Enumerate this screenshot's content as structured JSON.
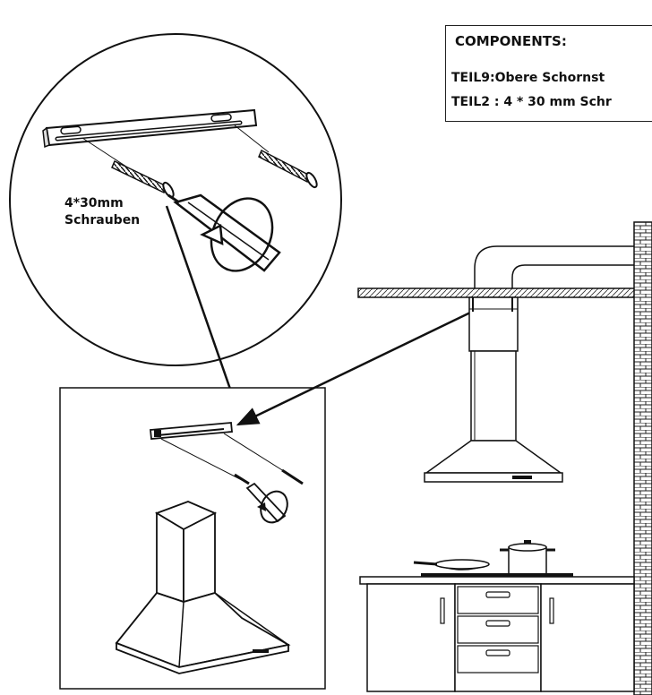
{
  "components": {
    "title": "COMPONENTS:",
    "items": [
      "TEIL9:Obere  Schornst",
      "TEIL2 : 4 * 30 mm Schr"
    ]
  },
  "callout": {
    "line1": "4*30mm",
    "line2": "Schrauben"
  },
  "colors": {
    "ink": "#111111",
    "background": "#ffffff"
  }
}
